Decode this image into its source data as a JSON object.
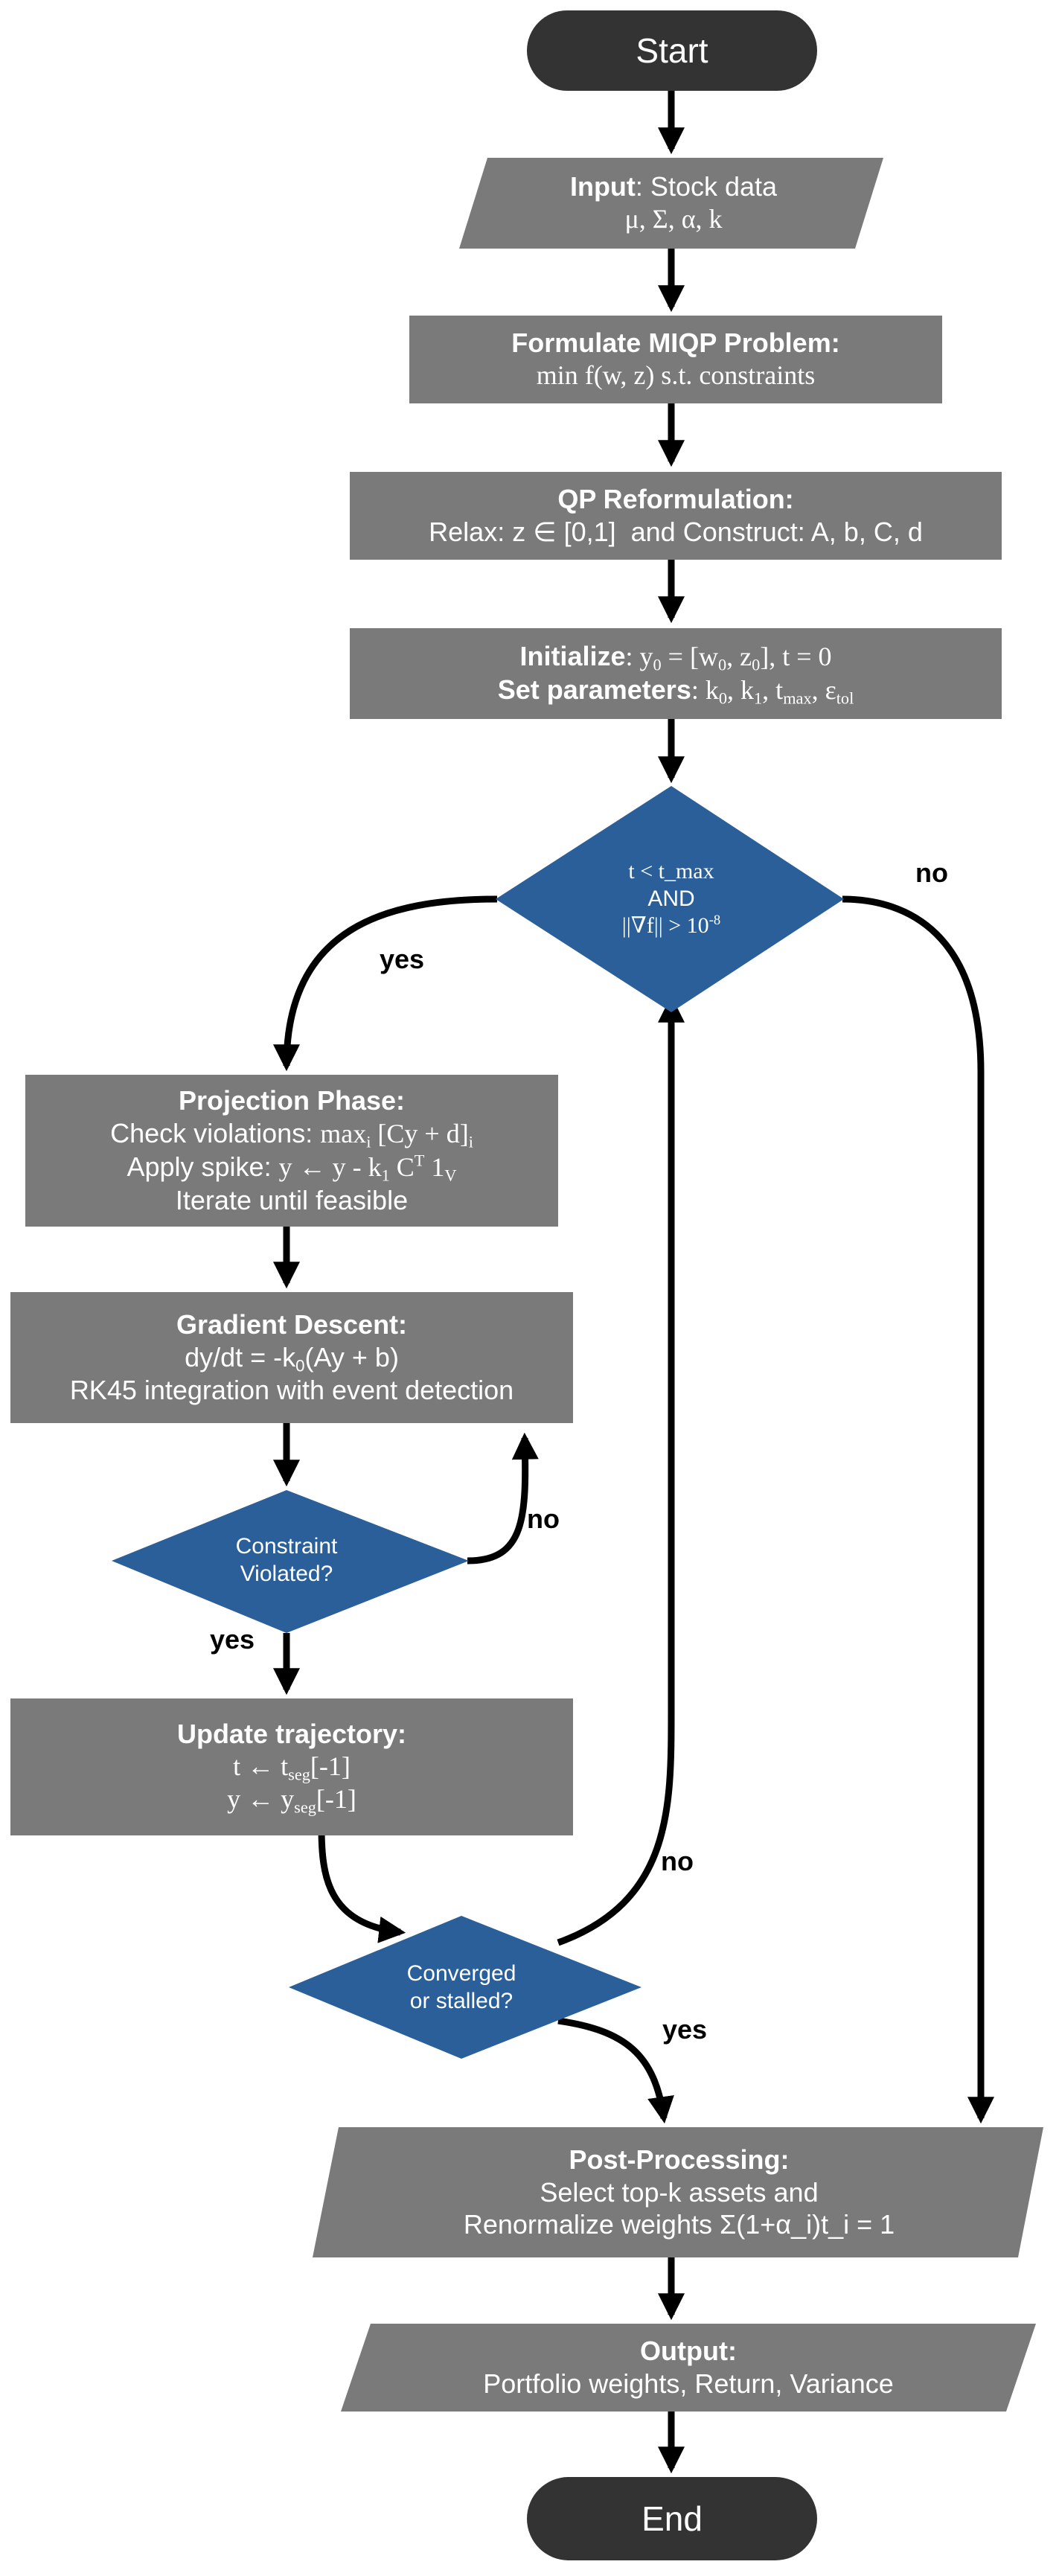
{
  "colors": {
    "terminal": "#333333",
    "process": "#7a7a7a",
    "decision": "#2a5f9a",
    "arrow": "#000000",
    "text_light": "#ffffff",
    "text_dark": "#000000"
  },
  "nodes": {
    "start": {
      "label": "Start"
    },
    "input": {
      "title": "Input",
      "text": ": Stock data",
      "params": "μ, Σ, α, k"
    },
    "formulate": {
      "title": "Formulate MIQP Problem:",
      "text": "min f(w, z) s.t. constraints"
    },
    "qp_reform": {
      "title": "QP Reformulation:",
      "relax": "Relax: z ∈ [0,1]",
      "construct": "and Construct: A, b, C, d"
    },
    "initialize": {
      "init_label": "Initialize",
      "y": ": y",
      "y_sub": "0",
      "eq": " = [w",
      "w_sub": "0",
      "comma": ", z",
      "z_sub": "0",
      "rest": "], t = 0",
      "set_label": "Set parameters",
      "k0": ": k",
      "k0_sub": "0",
      "k1": ", k",
      "k1_sub": "1",
      "tmax": ", t",
      "tmax_sub": "max",
      "eps": ", ε",
      "eps_sub": "tol"
    },
    "loop_check": {
      "line1": "t < t_max",
      "line2": "AND",
      "line3": "||∇f|| > 10",
      "line3_sup": "-8"
    },
    "projection": {
      "title": "Projection Phase:",
      "check": "Check violations: ",
      "check_expr": "max",
      "check_sub": "i",
      "check_expr2": " [Cy + d]",
      "check_sub2": "i",
      "apply": "Apply spike: ",
      "apply_expr": "y ← y - k",
      "apply_sub": "1",
      "apply_expr2": " C",
      "apply_sup": "T",
      "apply_expr3": " 1",
      "apply_sub2": "V",
      "iterate": "Iterate until feasible"
    },
    "gradient": {
      "title": "Gradient Descent:",
      "ode": "dy/dt = -k",
      "ode_sub": "0",
      "ode_rest": "(Ay + b)",
      "rk45": "RK45 integration with event detection"
    },
    "constraint_check": {
      "line1": "Constraint",
      "line2": "Violated?"
    },
    "update": {
      "title": "Update trajectory:",
      "t_line": "t ← t",
      "t_sub": "seg",
      "t_rest": "[-1]",
      "y_line": "y ← y",
      "y_sub": "seg",
      "y_rest": "[-1]"
    },
    "converged_check": {
      "line1": "Converged",
      "line2": "or stalled?"
    },
    "post": {
      "title": "Post-Processing:",
      "line1": "Select top-k assets and",
      "line2": "Renormalize weights Σ(1+α_i)t_i = 1"
    },
    "output": {
      "title": "Output:",
      "text": "Portfolio weights, Return, Variance"
    },
    "end": {
      "label": "End"
    }
  },
  "edges": {
    "yes": "yes",
    "no": "no"
  }
}
